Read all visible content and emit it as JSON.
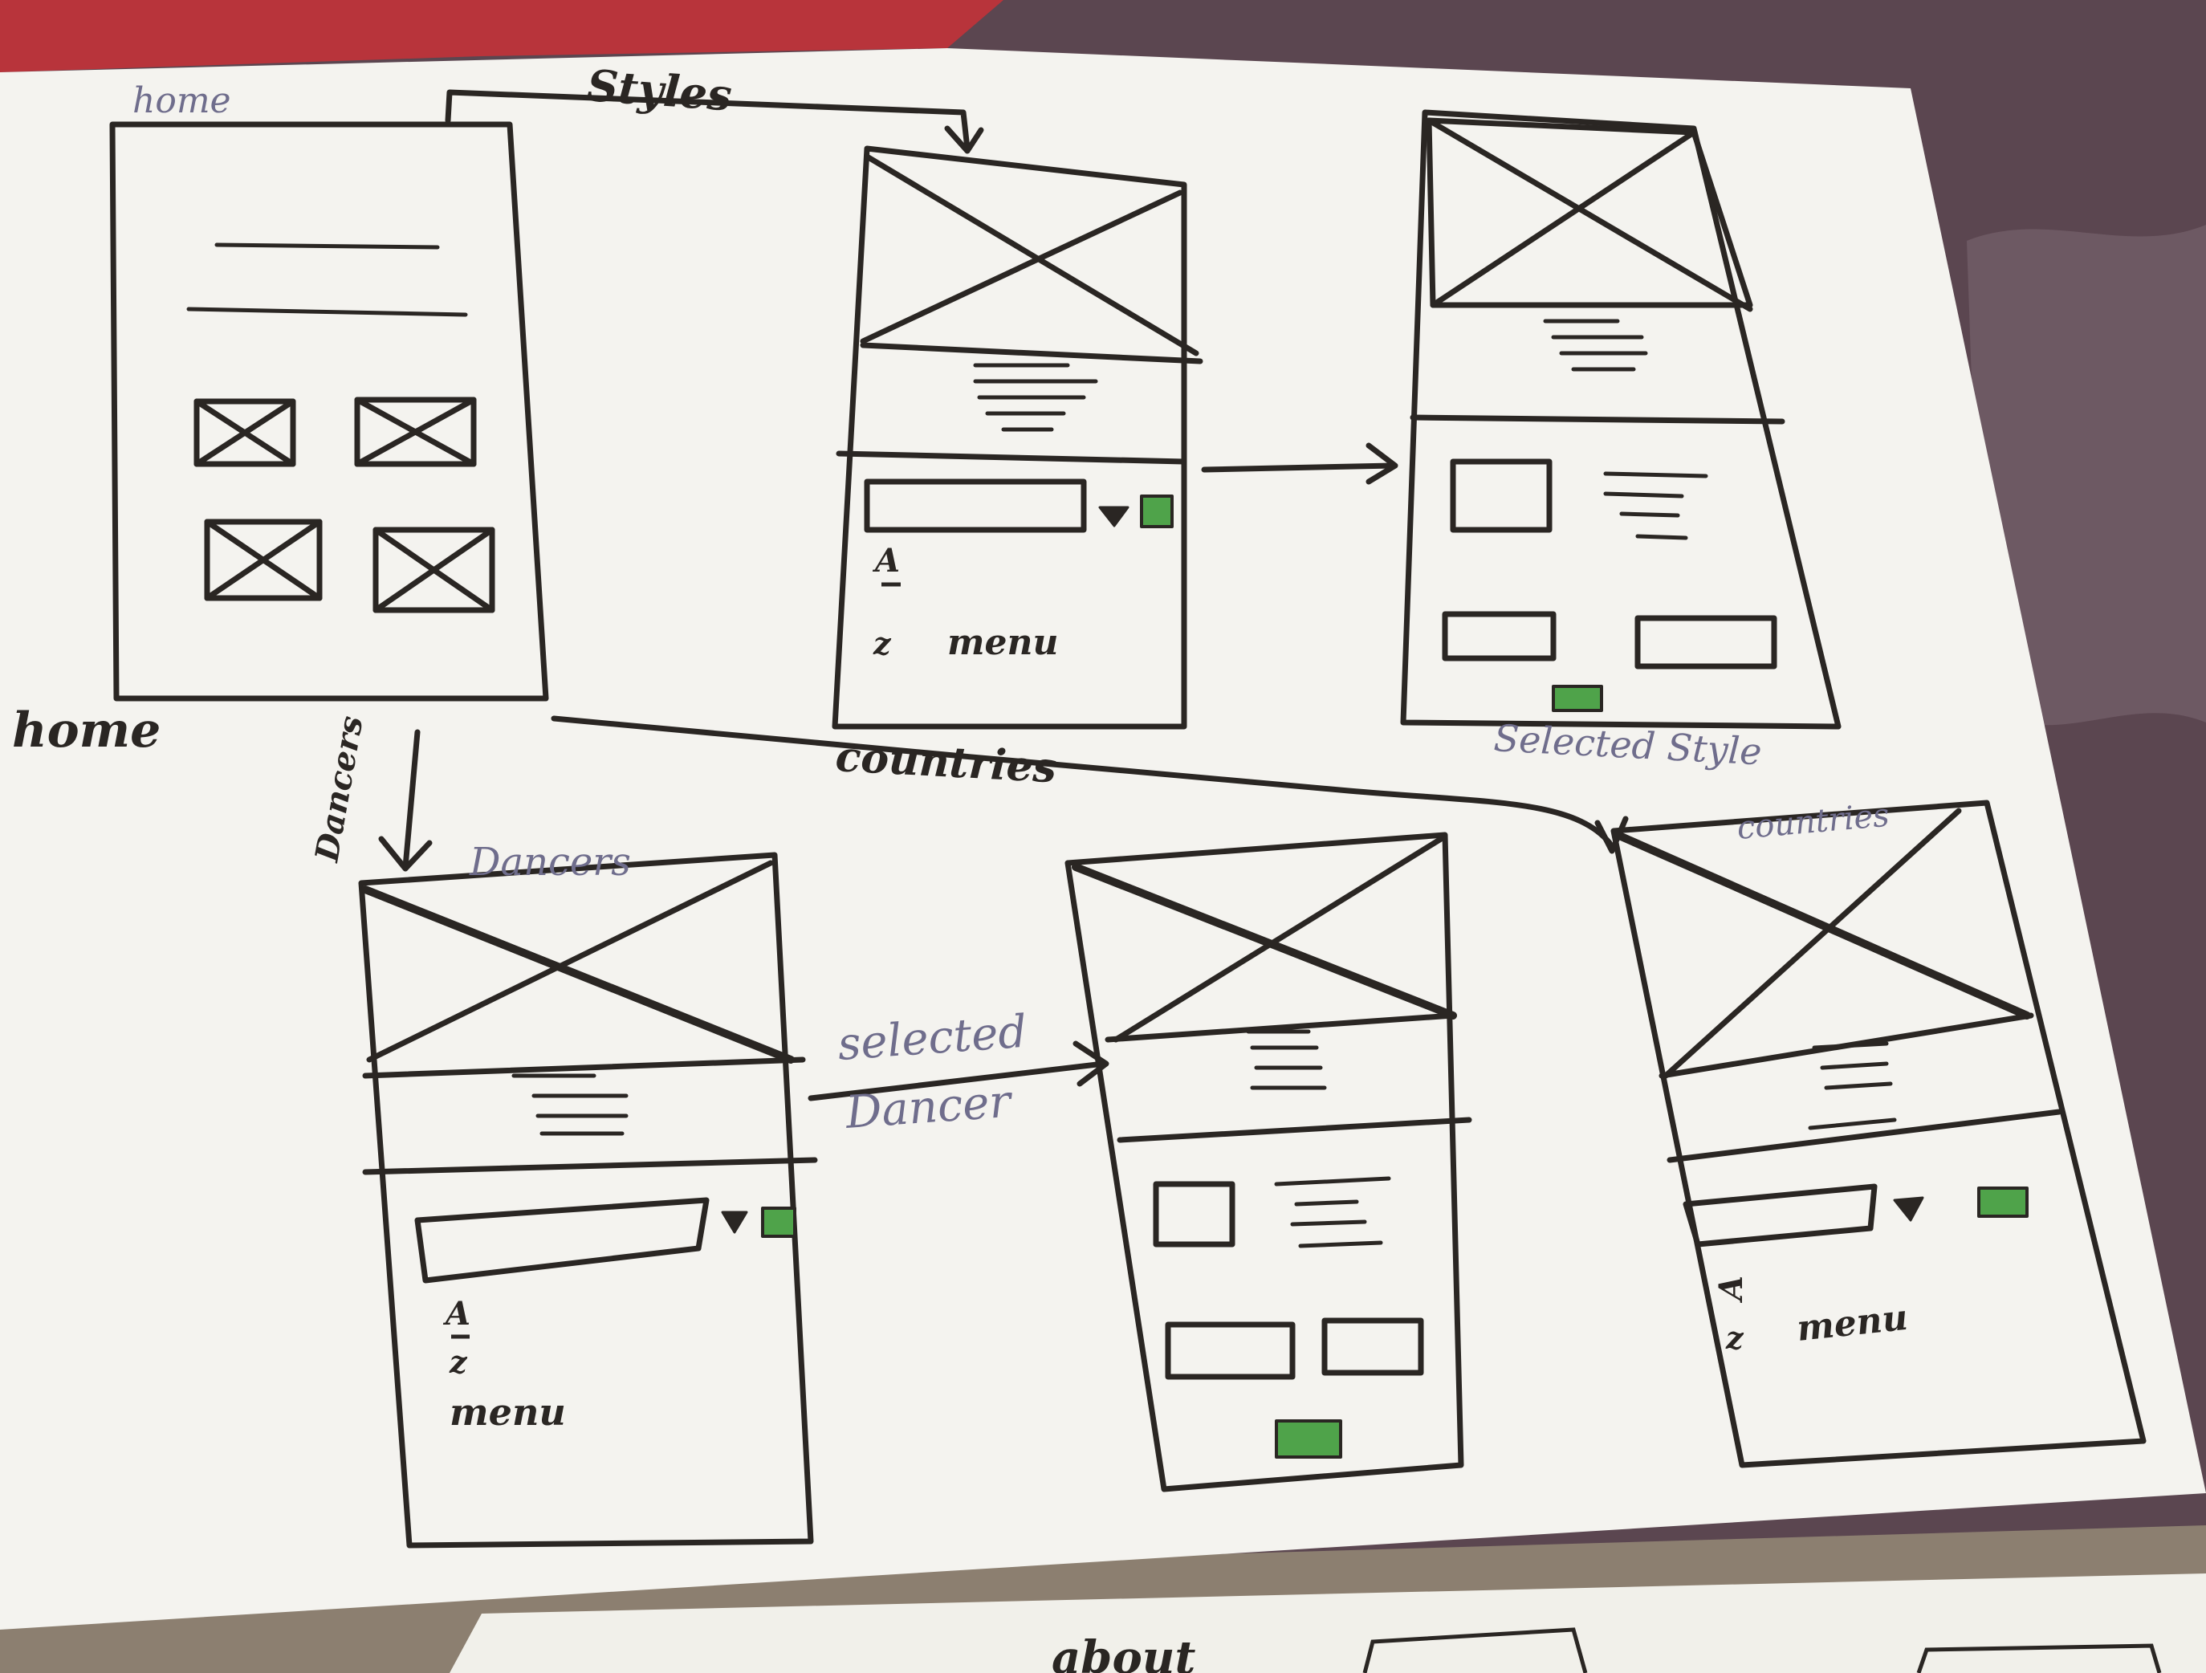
{
  "colors": {
    "ink": "#2a2623",
    "pencil": "#6f6d8c",
    "green": "#4fa34a",
    "paper": "#f4f3ef",
    "fabric": "#5b4650",
    "red": "#b8343b"
  },
  "labels": {
    "home_top": "home",
    "home_side": "home",
    "styles": "Styles",
    "countries": "countries",
    "dancers_arrow": "Dancers",
    "dancers_page": "Dancers",
    "selected_style": "Selected Style",
    "countries_page": "countries",
    "selected": "selected",
    "dancer": "Dancer",
    "about": "about"
  },
  "wireframe_text": {
    "az_top": "A",
    "az_bottom": "z",
    "menu": "menu"
  }
}
